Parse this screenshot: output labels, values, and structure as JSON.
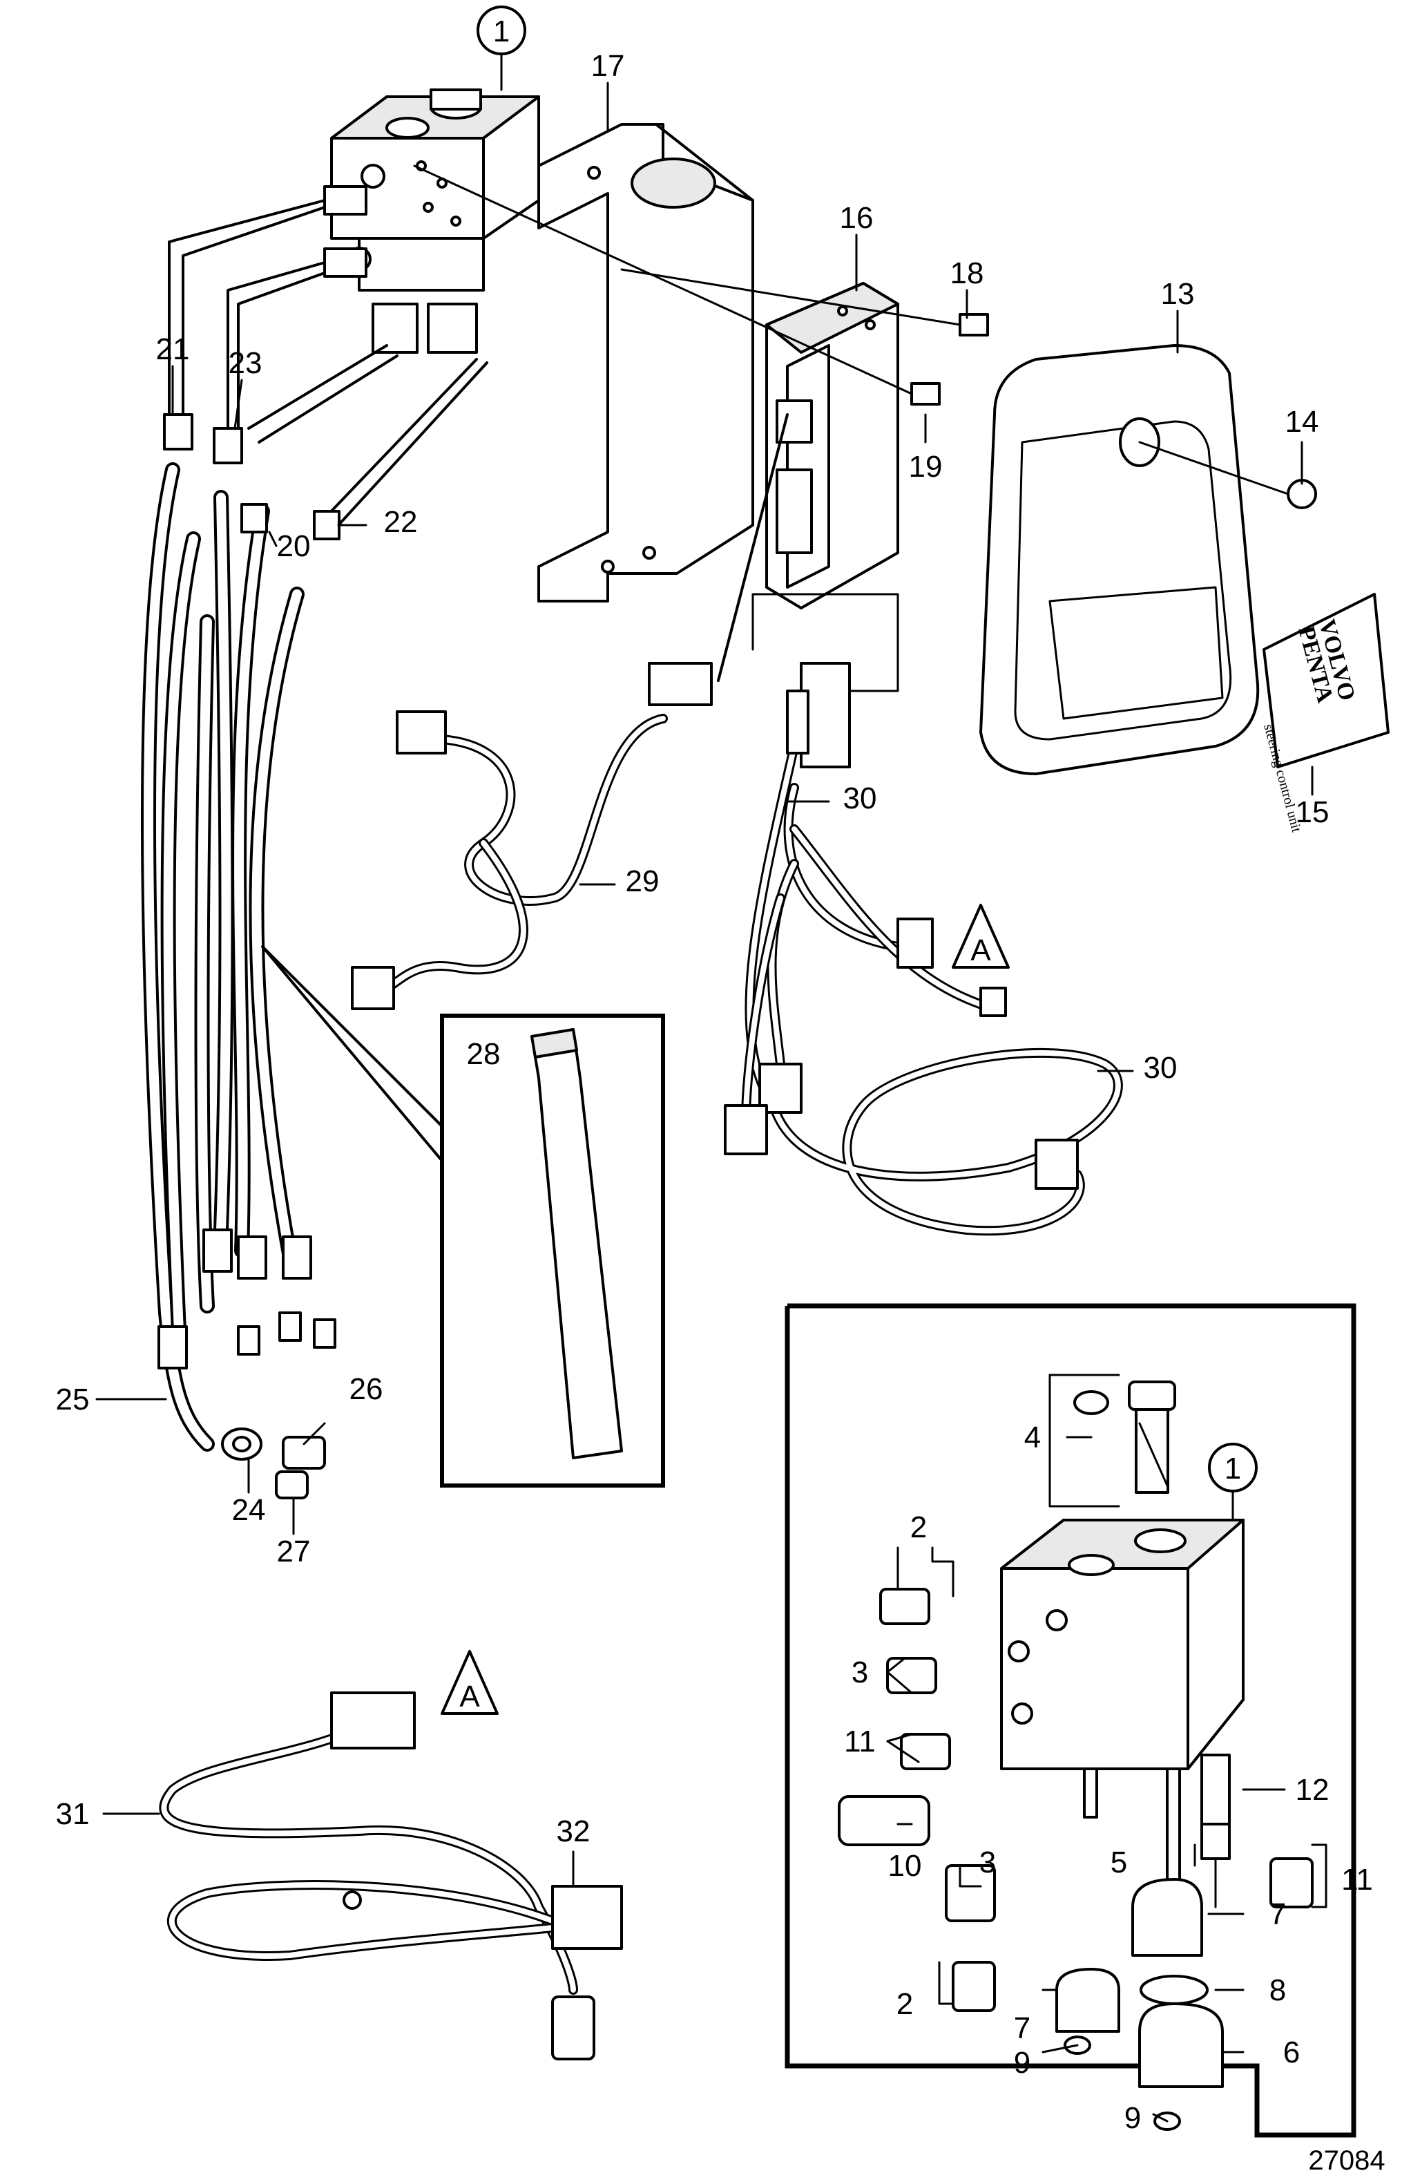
{
  "labels": {
    "p1_top": "1",
    "p1_inset": "1",
    "p2_a": "2",
    "p2_b": "2",
    "p3_a": "3",
    "p3_b": "3",
    "p4": "4",
    "p5": "5",
    "p6": "6",
    "p7_a": "7",
    "p7_b": "7",
    "p8": "8",
    "p9_a": "9",
    "p9_b": "9",
    "p10": "10",
    "p11_a": "11",
    "p11_b": "11",
    "p12": "12",
    "p13": "13",
    "p14": "14",
    "p15": "15",
    "p16": "16",
    "p17": "17",
    "p18": "18",
    "p19": "19",
    "p20": "20",
    "p21": "21",
    "p22": "22",
    "p23": "23",
    "p24": "24",
    "p25": "25",
    "p26": "26",
    "p27": "27",
    "p28": "28",
    "p29": "29",
    "p30_a": "30",
    "p30_b": "30",
    "p31": "31",
    "p32": "32",
    "ref_a1": "A",
    "ref_a2": "A",
    "drawing_number": "27084"
  },
  "decal": {
    "brand_line1": "VOLVO",
    "brand_line2": "PENTA",
    "caption": "steering control unit"
  }
}
